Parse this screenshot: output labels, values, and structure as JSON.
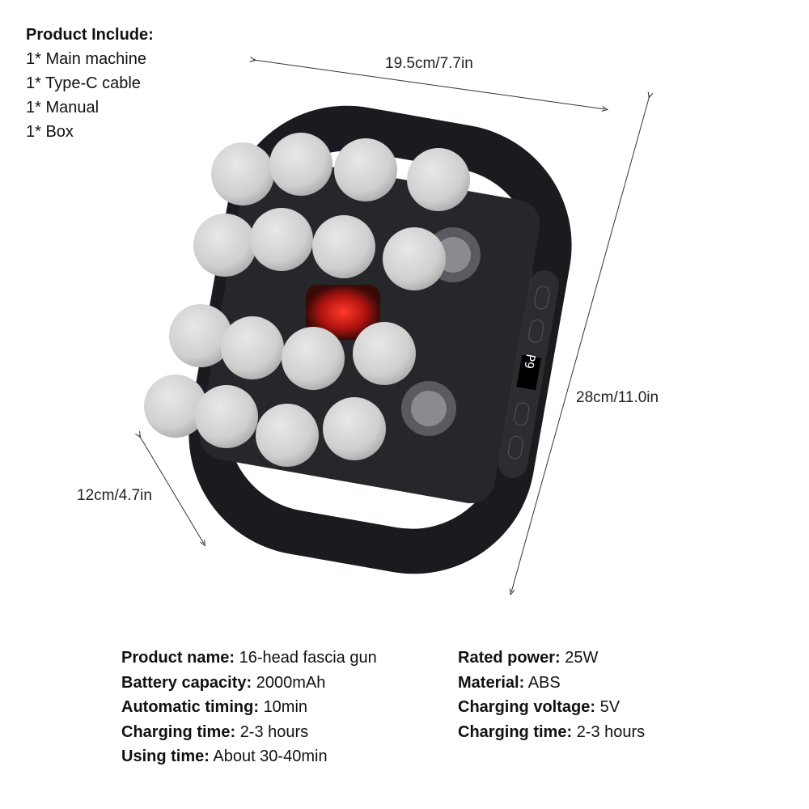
{
  "includes": {
    "title": "Product Include:",
    "items": [
      "1* Main machine",
      "1* Type-C cable",
      "1* Manual",
      "1* Box"
    ]
  },
  "dimensions": {
    "width": "19.5cm/7.7in",
    "height": "28cm/11.0in",
    "depth": "12cm/4.7in"
  },
  "device": {
    "display": "P9",
    "head_count": 16,
    "body_color": "#1e1f22",
    "head_color": "#d4d4d4",
    "light_color": "#e0201a"
  },
  "specs": {
    "left": [
      {
        "label": "Product name:",
        "value": "16-head fascia gun"
      },
      {
        "label": "Battery capacity:",
        "value": "2000mAh"
      },
      {
        "label": "Automatic timing:",
        "value": "10min"
      },
      {
        "label": "Charging time:",
        "value": "2-3 hours"
      },
      {
        "label": "Using time:",
        "value": "About 30-40min"
      }
    ],
    "right": [
      {
        "label": "Rated power:",
        "value": "25W"
      },
      {
        "label": "Material:",
        "value": "ABS"
      },
      {
        "label": "Charging voltage:",
        "value": "5V"
      },
      {
        "label": "Charging time:",
        "value": "2-3 hours"
      }
    ]
  }
}
